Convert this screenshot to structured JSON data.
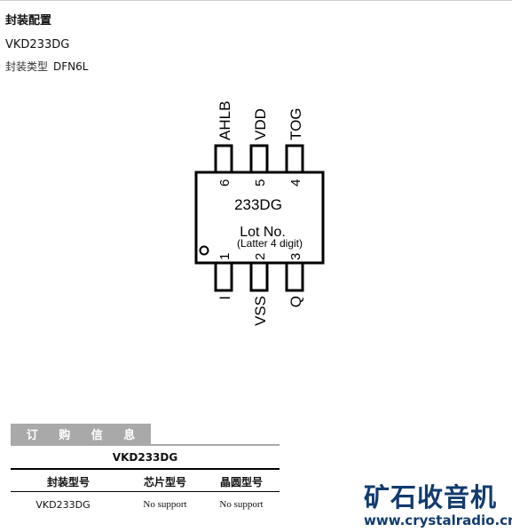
{
  "section_title": "封装配置",
  "part_number": "VKD233DG",
  "package": {
    "label": "封装类型",
    "value": "DFN6L"
  },
  "chip": {
    "marking": "233DG",
    "lot_label": "Lot No.",
    "lot_note": "(Latter 4 digit)",
    "top_pins": [
      {
        "number": "6",
        "name": "AHLB"
      },
      {
        "number": "5",
        "name": "VDD"
      },
      {
        "number": "4",
        "name": "TOG"
      }
    ],
    "bottom_pins": [
      {
        "number": "1",
        "name": "I"
      },
      {
        "number": "2",
        "name": "VSS"
      },
      {
        "number": "3",
        "name": "Q"
      }
    ]
  },
  "order_info": {
    "tab_chars": [
      "订",
      "购",
      "信",
      "息"
    ],
    "table_title": "VKD233DG",
    "headers": [
      "封装型号",
      "芯片型号",
      "晶圆型号"
    ],
    "row": [
      "VKD233DG",
      "No support",
      "No support"
    ]
  },
  "watermark": {
    "logo_text": "矿石收音机",
    "url": "www.crystalradio.cn"
  },
  "colors": {
    "tab_bg": "#a9a9a9",
    "logo": "#123b6e"
  }
}
